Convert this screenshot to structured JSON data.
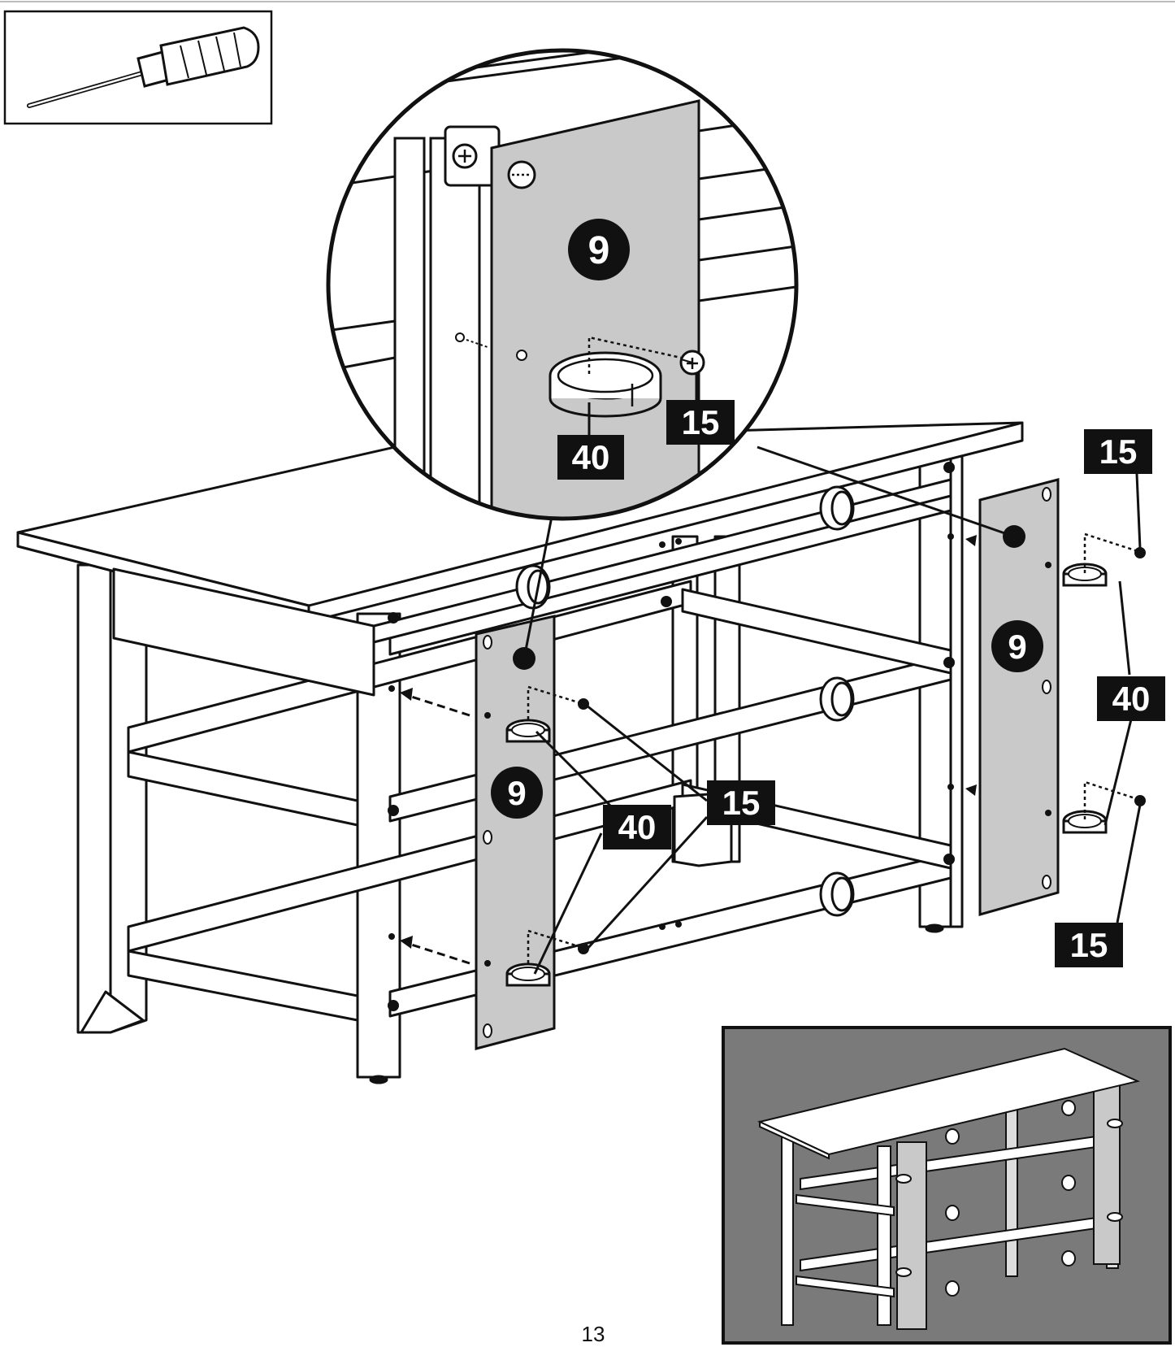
{
  "page_number": "13",
  "parts": {
    "panel": "9",
    "screw": "15",
    "ring": "40"
  },
  "tool": "screwdriver-icon",
  "colors": {
    "line": "#111111",
    "panel_fill": "#c9c9c9",
    "inset_bg": "#7a7a7a",
    "badge_bg": "#111111",
    "badge_text": "#ffffff"
  }
}
